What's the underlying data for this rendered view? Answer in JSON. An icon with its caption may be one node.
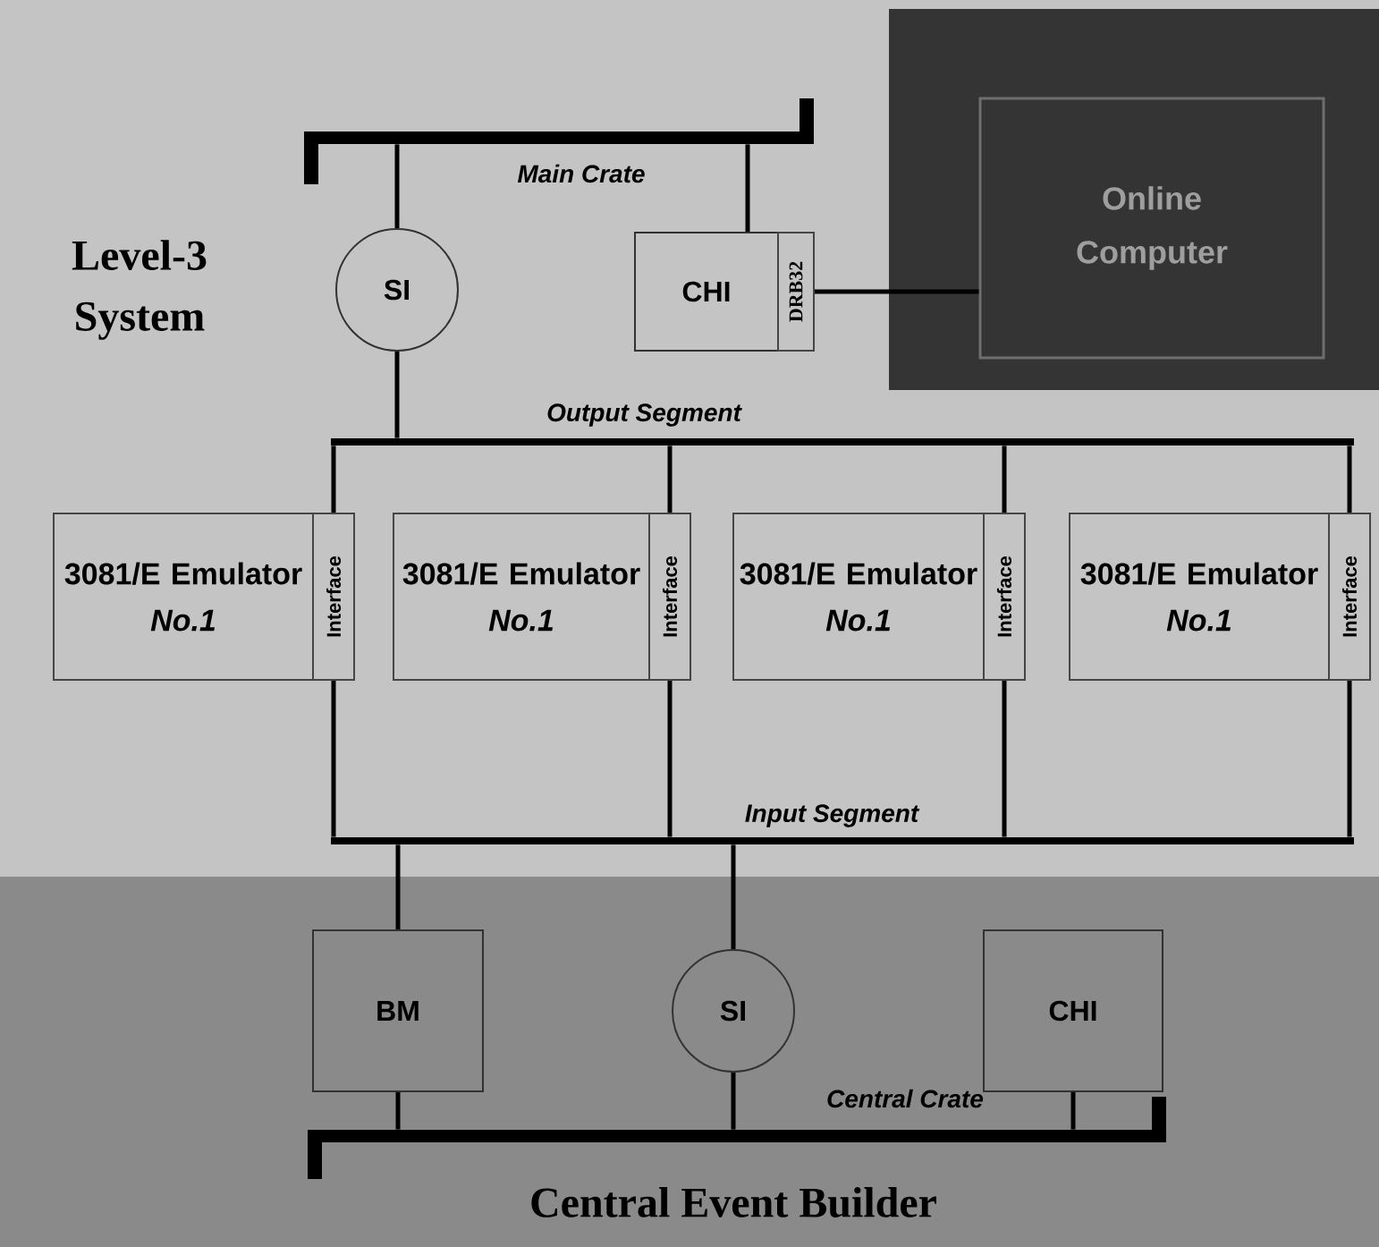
{
  "diagram": {
    "nodes": [
      {
        "text": [
          "Main Crate"
        ]
      },
      {
        "text": [
          "SI"
        ]
      },
      {
        "text": [
          "CHI"
        ]
      },
      {
        "text": [
          "DRB32"
        ],
        "in": 2
      },
      {
        "text": [
          "Online Computer"
        ]
      },
      {
        "text": [
          "Output Segment"
        ]
      },
      {
        "text": [
          "3081/E Emulator",
          "No.1"
        ]
      },
      {
        "text": [
          "Interface"
        ],
        "in": 6
      },
      {
        "text": [
          "3081/E Emulator",
          "No.1"
        ]
      },
      {
        "text": [
          "Interface"
        ],
        "in": 8
      },
      {
        "text": [
          "3081/E Emulator",
          "No.1"
        ]
      },
      {
        "text": [
          "Interface"
        ],
        "in": 10
      },
      {
        "text": [
          "3081/E Emulator",
          "No.1"
        ]
      },
      {
        "text": [
          "Interface"
        ],
        "in": 12
      },
      {
        "text": [
          "Input Segment"
        ]
      },
      {
        "text": [
          "BM"
        ]
      },
      {
        "text": [
          "SI"
        ]
      },
      {
        "text": [
          "CHI"
        ]
      },
      {
        "text": [
          "Central Crate"
        ]
      }
    ],
    "edges": [
      {
        "from": 0,
        "to": 1,
        "arrow": "none"
      },
      {
        "from": 0,
        "to": 2,
        "arrow": "none"
      },
      {
        "from": 3,
        "to": 4,
        "arrow": "none"
      },
      {
        "from": 1,
        "to": 5,
        "arrow": "none"
      },
      {
        "from": 5,
        "to": 7,
        "arrow": "none"
      },
      {
        "from": 5,
        "to": 9,
        "arrow": "none"
      },
      {
        "from": 5,
        "to": 11,
        "arrow": "none"
      },
      {
        "from": 5,
        "to": 13,
        "arrow": "none"
      },
      {
        "from": 7,
        "to": 14,
        "arrow": "none"
      },
      {
        "from": 9,
        "to": 14,
        "arrow": "none"
      },
      {
        "from": 11,
        "to": 14,
        "arrow": "none"
      },
      {
        "from": 13,
        "to": 14,
        "arrow": "none"
      },
      {
        "from": 14,
        "to": 15,
        "arrow": "none"
      },
      {
        "from": 14,
        "to": 16,
        "arrow": "none"
      },
      {
        "from": 15,
        "to": 18,
        "arrow": "none"
      },
      {
        "from": 16,
        "to": 18,
        "arrow": "none"
      },
      {
        "from": 17,
        "to": 18,
        "arrow": "none"
      }
    ],
    "labels": [
      "Level-3 System",
      "Central Event Builder"
    ]
  }
}
